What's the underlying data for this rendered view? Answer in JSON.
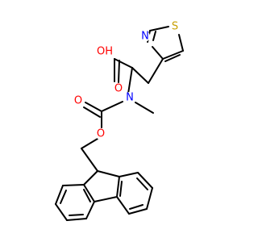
{
  "molecule": {
    "atom_labels": {
      "acid_oh": "OH",
      "acid_o": "O",
      "thiazole_n": "N",
      "thiazole_s": "S",
      "amide_n": "N",
      "carbamate_o": "O",
      "ester_o": "O"
    },
    "colors": {
      "bond": "#000000",
      "oxygen": "#ff0000",
      "nitrogen": "#0000ff",
      "sulfur": "#c8a000"
    }
  }
}
